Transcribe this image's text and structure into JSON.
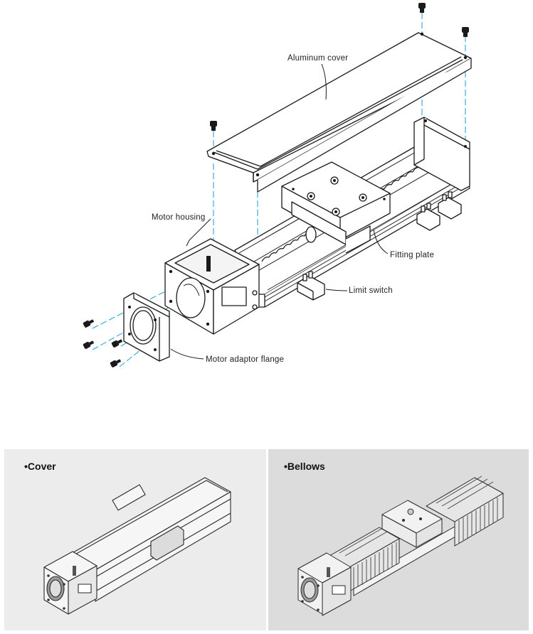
{
  "labels": {
    "aluminum_cover": "Aluminum cover",
    "motor_housing": "Motor housing",
    "fitting_plate": "Fitting plate",
    "limit_switch": "Limit switch",
    "motor_adaptor_flange": "Motor adaptor flange"
  },
  "panels": {
    "cover": {
      "title": "•Cover"
    },
    "bellows": {
      "title": "•Bellows"
    }
  },
  "colors": {
    "leader_line": "#2aa6d8",
    "line": "#1a1a1a",
    "panel_left_bg": "#ececec",
    "panel_right_bg": "#dcdcdc"
  }
}
